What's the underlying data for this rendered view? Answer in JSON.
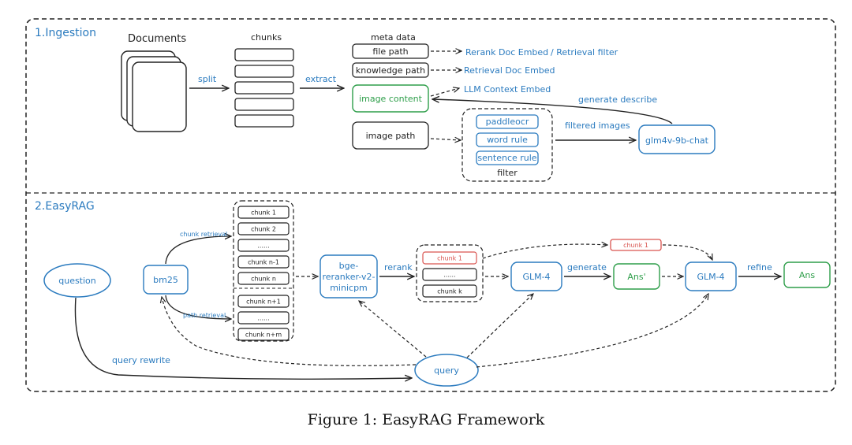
{
  "sections": {
    "ingestion": "1.Ingestion",
    "easyrag": "2.EasyRAG"
  },
  "ingestion": {
    "documents": "Documents",
    "chunks": "chunks",
    "split": "split",
    "extract": "extract",
    "meta_data": "meta data",
    "file_path": "file path",
    "knowledge_path": "knowledge path",
    "image_content": "image content",
    "image_path": "image path",
    "rerank_doc_embed": "Rerank Doc Embed",
    "retrieval_filter": "/ Retrieval filter",
    "retrieval_doc_embed": "Retrieval Doc Embed",
    "llm_context_embed": "LLM Context Embed",
    "generate_describe": "generate describe",
    "paddleocr": "paddleocr",
    "word_rule": "word rule",
    "sentence_rule": "sentence rule",
    "filter": "filter",
    "filtered_images": "filtered images",
    "glm4v": "glm4v-9b-chat"
  },
  "easyrag": {
    "question": "question",
    "bm25": "bm25",
    "chunk_retrieval": "chunk retrieval",
    "path_retrieval": "path retrieval",
    "chunk_list_a": [
      "chunk 1",
      "chunk 2",
      "......",
      "chunk n-1",
      "chunk n"
    ],
    "chunk_list_b": [
      "chunk n+1",
      "......",
      "chunk n+m"
    ],
    "reranker": [
      "bge-",
      "reranker-v2-",
      "minicpm"
    ],
    "rerank": "rerank",
    "rerank_chunks": [
      "chunk 1",
      "......",
      "chunk k"
    ],
    "glm4_a": "GLM-4",
    "generate": "generate",
    "ans_prime": "Ans'",
    "glm4_b": "GLM-4",
    "refine": "refine",
    "ans": "Ans",
    "top_chunk": "chunk 1",
    "query": "query",
    "query_rewrite": "query rewrite"
  },
  "caption": "Figure 1: EasyRAG Framework"
}
